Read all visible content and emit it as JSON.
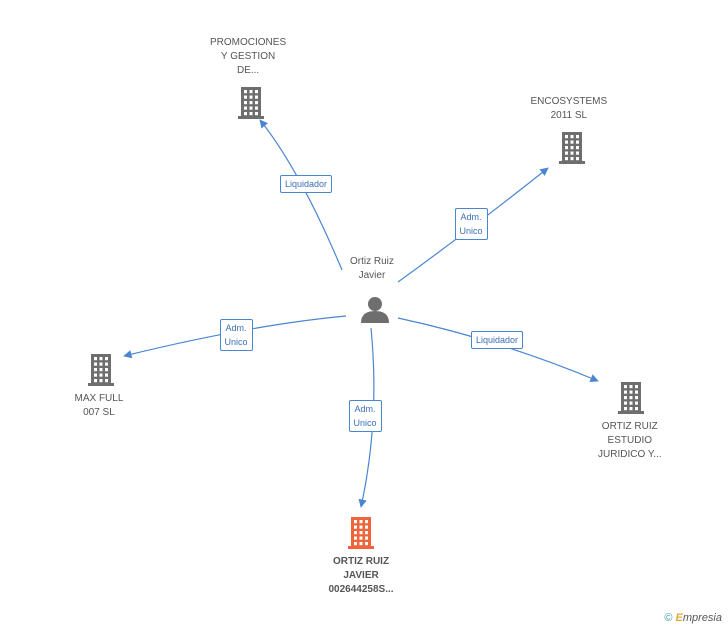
{
  "center": {
    "name_lines": [
      "Ortiz Ruiz",
      "Javier"
    ],
    "icon": "person-icon"
  },
  "nodes": [
    {
      "id": "promociones",
      "lines": [
        "PROMOCIONES",
        "Y GESTION",
        "DE..."
      ],
      "icon": "building-icon",
      "color": "#6e6e6e"
    },
    {
      "id": "encosystems",
      "lines": [
        "ENCOSYSTEMS",
        "2011  SL"
      ],
      "icon": "building-icon",
      "color": "#6e6e6e"
    },
    {
      "id": "maxfull",
      "lines": [
        "MAX FULL",
        "007 SL"
      ],
      "icon": "building-icon",
      "color": "#6e6e6e"
    },
    {
      "id": "estudio",
      "lines": [
        "ORTIZ RUIZ",
        "ESTUDIO",
        "JURIDICO Y..."
      ],
      "icon": "building-icon",
      "color": "#6e6e6e"
    },
    {
      "id": "javier-sl",
      "lines": [
        "ORTIZ RUIZ",
        "JAVIER",
        "002644258S..."
      ],
      "icon": "building-icon",
      "color": "#f0643c",
      "highlight": true
    }
  ],
  "edges": [
    {
      "to": "promociones",
      "label_lines": [
        "Liquidador"
      ]
    },
    {
      "to": "encosystems",
      "label_lines": [
        "Adm.",
        "Unico"
      ]
    },
    {
      "to": "maxfull",
      "label_lines": [
        "Adm.",
        "Unico"
      ]
    },
    {
      "to": "estudio",
      "label_lines": [
        "Liquidador"
      ]
    },
    {
      "to": "javier-sl",
      "label_lines": [
        "Adm.",
        "Unico"
      ]
    }
  ],
  "colors": {
    "edge": "#4a86d0",
    "node_gray": "#6e6e6e",
    "node_highlight": "#f0643c"
  },
  "footer": {
    "copyright_symbol": "©",
    "brand_first": "E",
    "brand_rest": "mpresia"
  }
}
